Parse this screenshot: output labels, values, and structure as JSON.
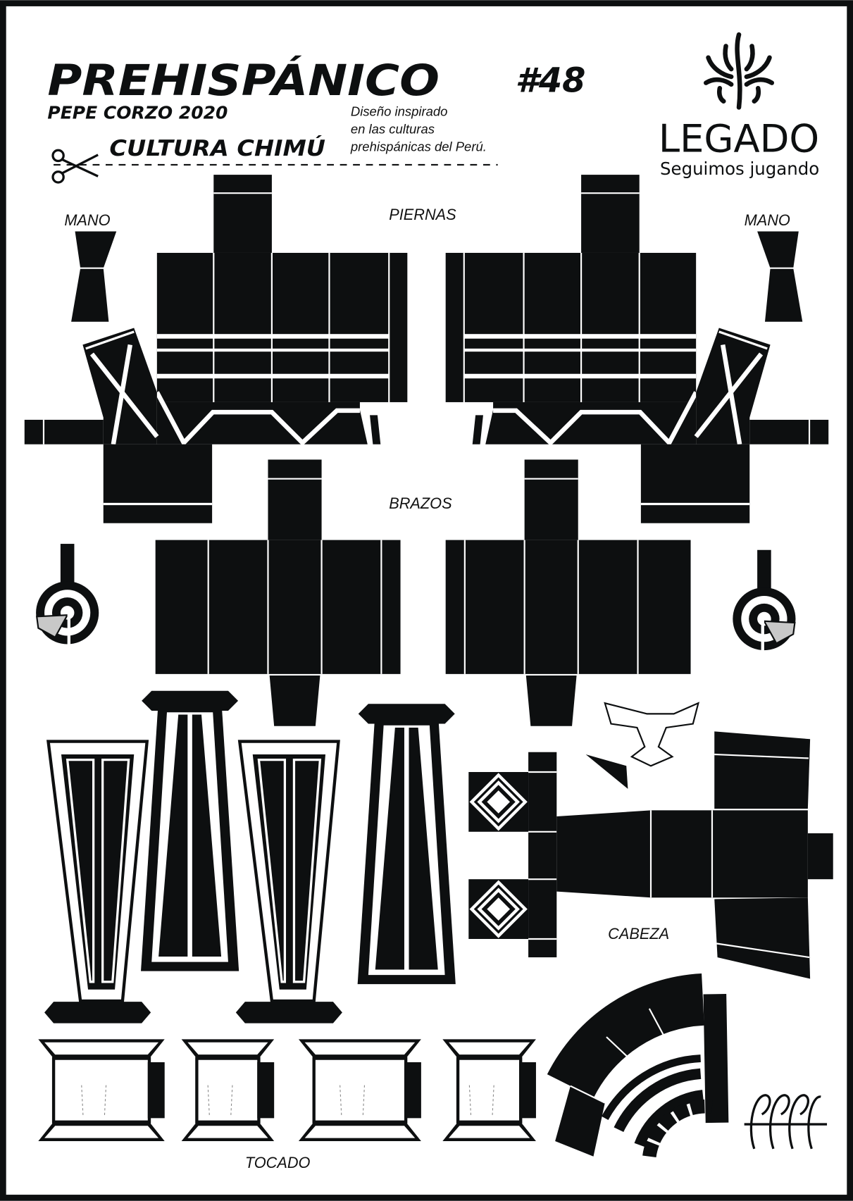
{
  "header": {
    "title": "PREHISPÁNICO",
    "number": "#48",
    "author": "PEPE CORZO 2020",
    "culture": "CULTURA CHIMÚ",
    "description": [
      "Diseño inspirado",
      "en las culturas",
      "prehispánicas del Perú."
    ]
  },
  "brand": {
    "name": "LEGADO",
    "tagline": "Seguimos jugando"
  },
  "labels": {
    "mano_left": "MANO",
    "mano_right": "MANO",
    "piernas": "PIERNAS",
    "brazos": "BRAZOS",
    "cabeza": "CABEZA",
    "tocado": "TOCADO"
  },
  "icons": {
    "scissors": "scissors-icon",
    "brand_symbol": "legado-symbol-icon",
    "signature": "signature-logo"
  },
  "colors": {
    "ink": "#0d0f10",
    "paper": "#ffffff",
    "fold_gray": "#c8c8c8"
  }
}
